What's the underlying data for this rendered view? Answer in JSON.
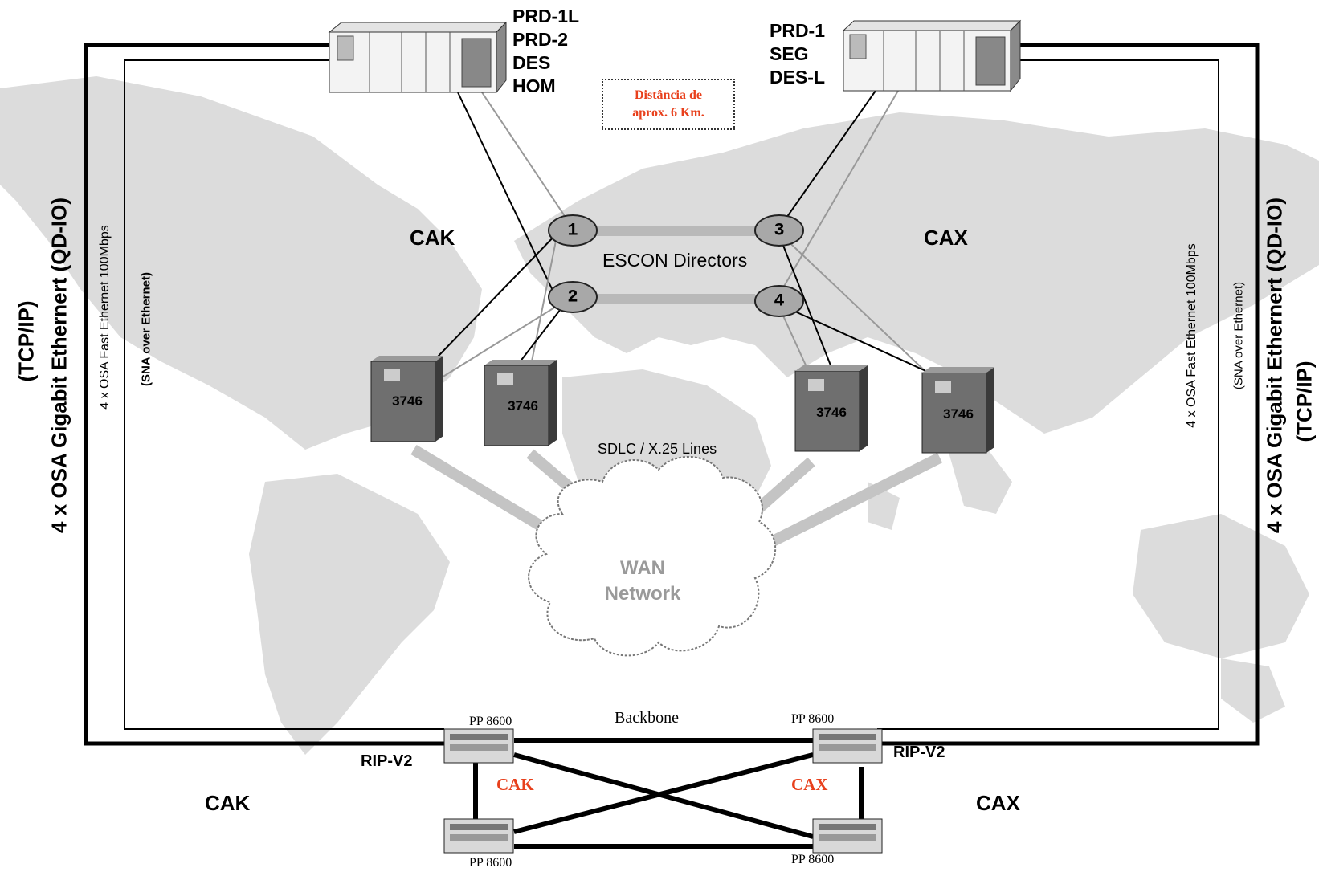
{
  "diagram": {
    "left_site": {
      "name_top": "CAK",
      "name_bottom": "CAK",
      "hosts": [
        "PRD-1L",
        "PRD-2",
        "DES",
        "HOM"
      ]
    },
    "right_site": {
      "name_top": "CAX",
      "name_bottom": "CAX",
      "hosts": [
        "PRD-1",
        "SEG",
        "DES-L"
      ]
    },
    "distance_callout": {
      "line1": "Distância de",
      "line2": "aprox. 6 Km."
    },
    "escon": {
      "label": "ESCON Directors",
      "nodes": [
        "1",
        "2",
        "3",
        "4"
      ]
    },
    "controllers": {
      "label": "3746",
      "count": 4
    },
    "wan": {
      "line1": "WAN",
      "line2": "Network",
      "lines_label": "SDLC /  X.25 Lines"
    },
    "side_labels": {
      "tcp": "(TCP/IP)",
      "gigabit": "4 x OSA Gigabit Ethernert (QD-IO)",
      "fast_left": "4 x OSA Fast Ethernet 100Mbps",
      "sna_left": "(SNA over Ethernet)",
      "fast_right": "4 x OSA Fast Ethernet 100Mbps",
      "sna_right": "(SNA over Ethernet)"
    },
    "backbone": {
      "label": "Backbone",
      "router": "PP 8600",
      "protocol": "RIP-V2",
      "left_tag": "CAK",
      "right_tag": "CAX"
    },
    "colors": {
      "accent_red": "#e8401c",
      "map_gray": "#dcdcdc",
      "link_gray": "#b9b9b9"
    }
  }
}
